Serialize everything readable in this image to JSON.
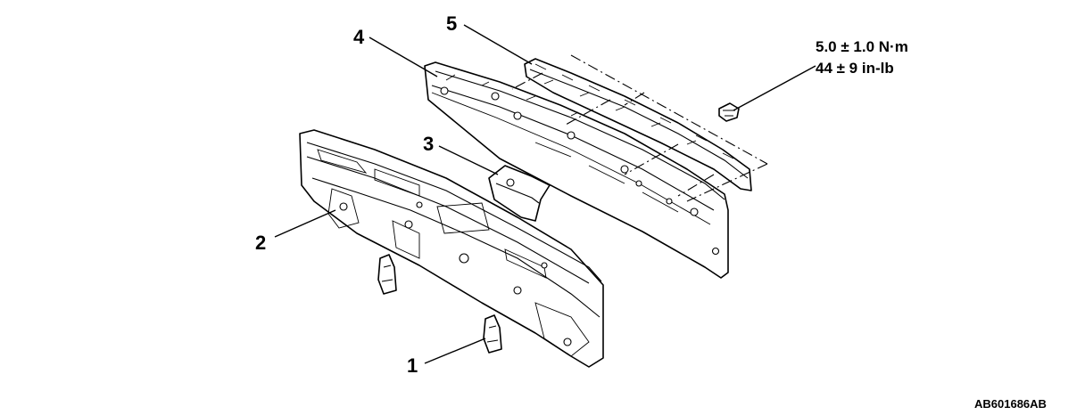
{
  "callouts": {
    "c1": "1",
    "c2": "2",
    "c3": "3",
    "c4": "4",
    "c5": "5"
  },
  "torque": {
    "line1": "5.0 ± 1.0 N·m",
    "line2": "44 ± 9 in-lb"
  },
  "figure_id": "AB601686AB"
}
